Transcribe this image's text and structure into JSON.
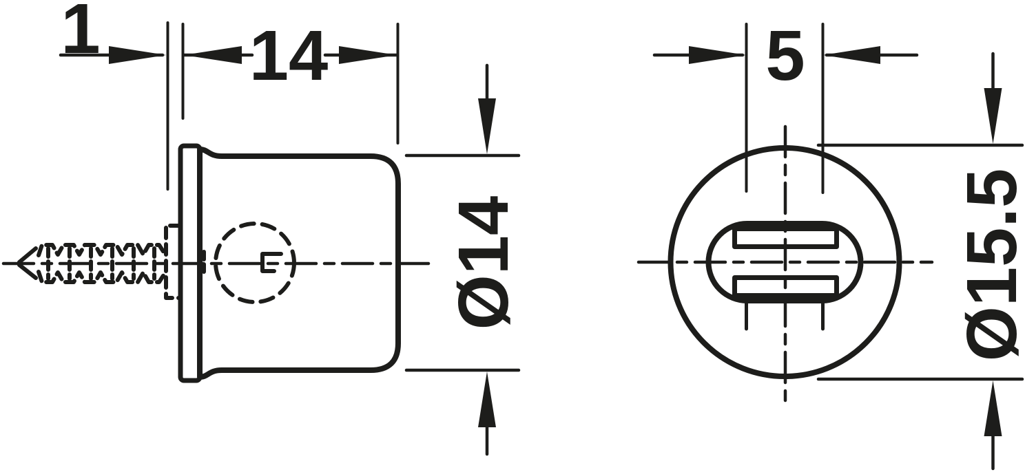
{
  "drawing": {
    "ink_color": "#1d1d1b",
    "background_color": "#ffffff",
    "dimensions": {
      "flange_protrusion": {
        "label": "1"
      },
      "depth": {
        "label": "14"
      },
      "body_diameter": {
        "label": "Ø14"
      },
      "bolt_slot_width": {
        "label": "5"
      },
      "flange_diameter": {
        "label": "Ø15.5"
      }
    }
  }
}
